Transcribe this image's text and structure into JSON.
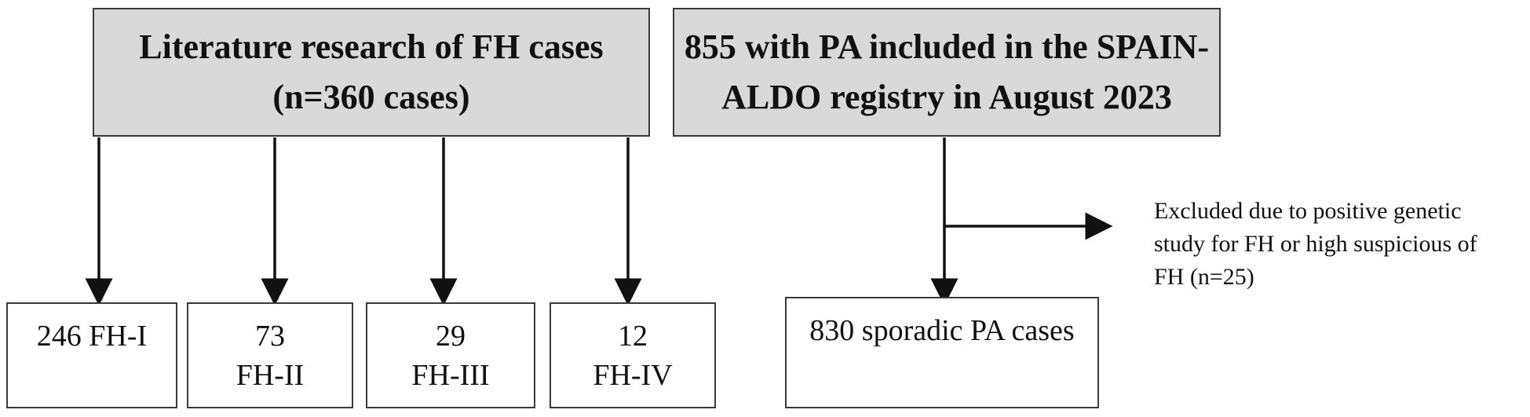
{
  "source_box": {
    "line1": "Literature research of FH cases",
    "line2": "(n=360 cases)"
  },
  "registry_box": {
    "line1": "855 with PA included in the SPAIN-",
    "line2": "ALDO registry in August 2023"
  },
  "fh_types": [
    {
      "count": "246",
      "label": "FH-I",
      "combined": "246 FH-I"
    },
    {
      "count": "73",
      "label": "FH-II"
    },
    {
      "count": "29",
      "label": "FH-III"
    },
    {
      "count": "12",
      "label": "FH-IV"
    }
  ],
  "excluded_note": {
    "line1": "Excluded due to positive genetic",
    "line2": "study for FH or high suspicious of",
    "line3": "FH (n=25)"
  },
  "sporadic_box": {
    "label": "830 sporadic PA cases"
  }
}
